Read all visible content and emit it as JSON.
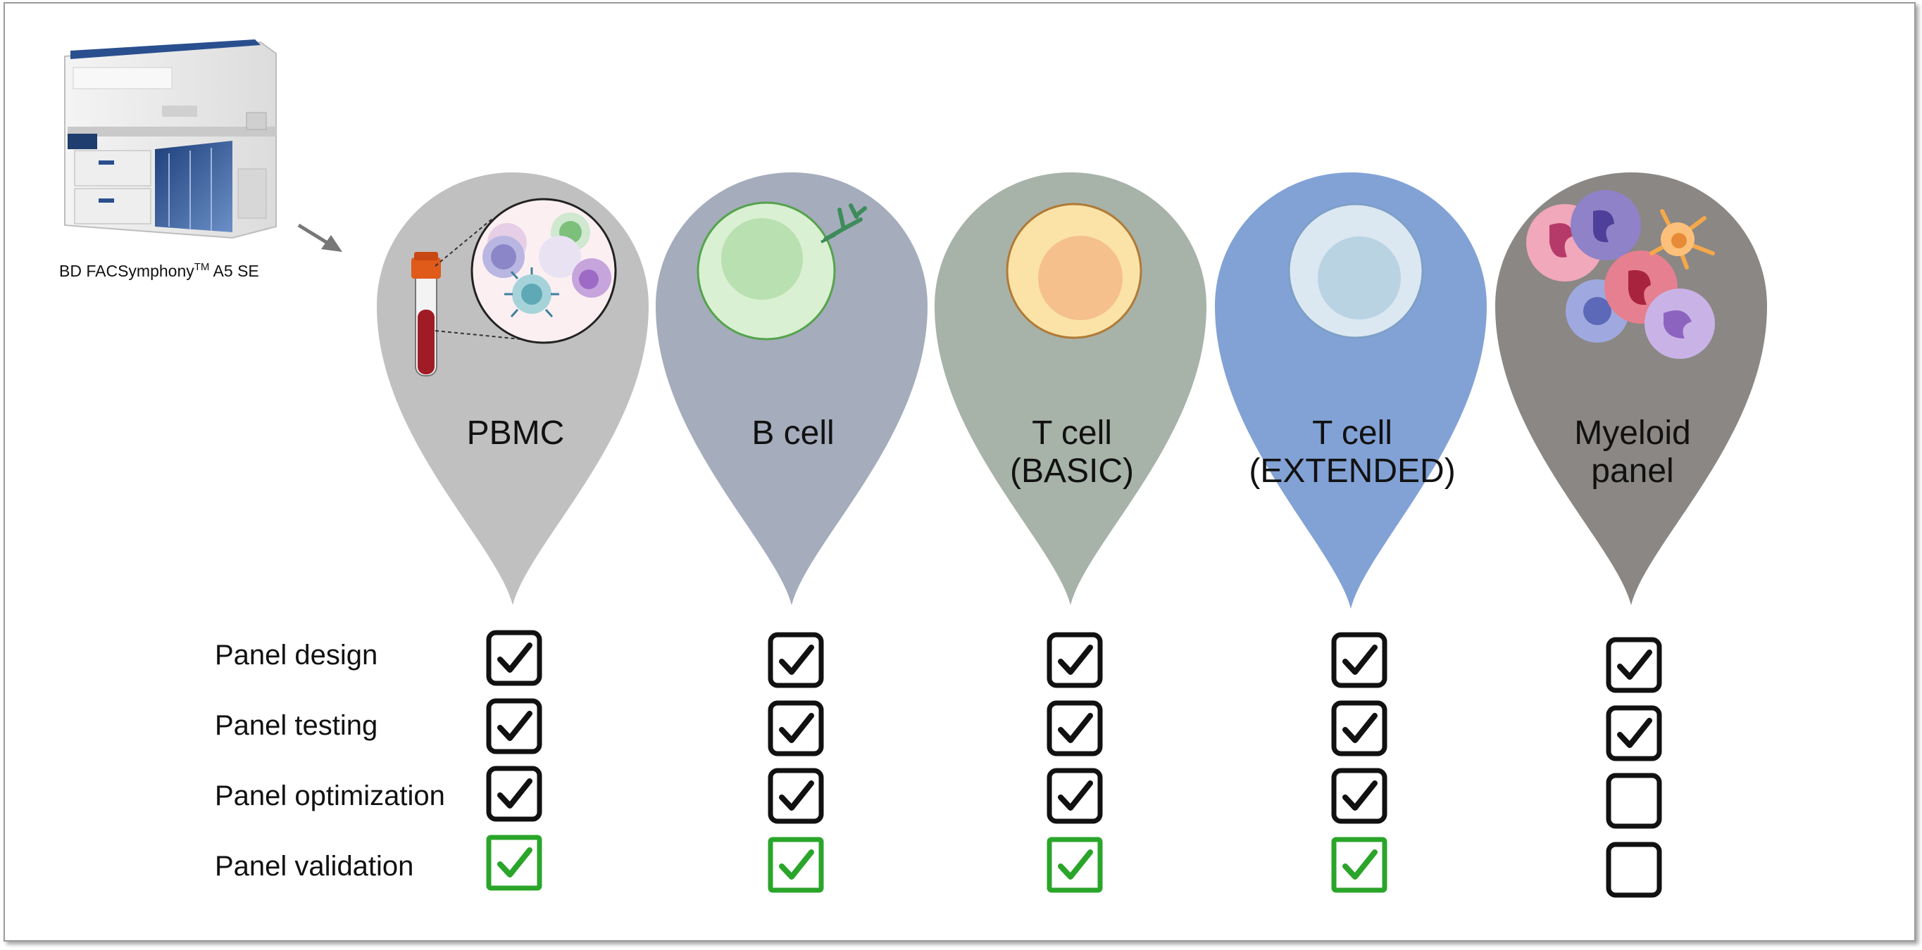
{
  "instrument": {
    "name": "BD FACSymphony",
    "superscript": "TM",
    "model": " A5 SE"
  },
  "panels": [
    {
      "label_lines": [
        "PBMC"
      ],
      "color": "#c0c0c0",
      "checks": [
        "checked",
        "checked",
        "checked",
        "validated"
      ]
    },
    {
      "label_lines": [
        "B cell"
      ],
      "color": "#a5acbc",
      "checks": [
        "checked",
        "checked",
        "checked",
        "validated"
      ]
    },
    {
      "label_lines": [
        "T cell",
        "(BASIC)"
      ],
      "color": "#a7b2a9",
      "checks": [
        "checked",
        "checked",
        "checked",
        "validated"
      ]
    },
    {
      "label_lines": [
        "T cell",
        "(EXTENDED)"
      ],
      "color": "#82a2d6",
      "checks": [
        "checked",
        "checked",
        "checked",
        "validated"
      ]
    },
    {
      "label_lines": [
        "Myeloid",
        "panel"
      ],
      "color": "#8b8784",
      "checks": [
        "checked",
        "checked",
        "empty",
        "empty"
      ]
    }
  ],
  "steps": [
    "Panel design",
    "Panel testing",
    "Panel optimization",
    "Panel validation"
  ],
  "colors": {
    "check": "#111111",
    "validated": "#2aa52a",
    "border": "#9a9a9a"
  }
}
